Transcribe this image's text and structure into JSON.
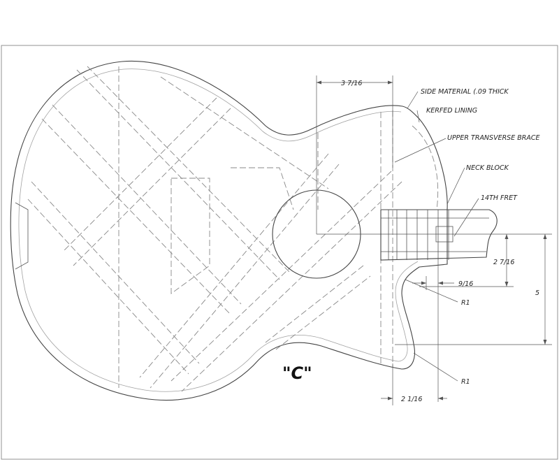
{
  "drawing": {
    "letter": "\"C\"",
    "callouts": {
      "side_material": "SIDE MATERIAL (.09 THICK",
      "kerfed_lining": "KERFED LINING",
      "upper_transverse_brace": "UPPER TRANSVERSE BRACE",
      "neck_block": "NECK BLOCK",
      "fourteenth_fret": "14TH FRET",
      "radius_upper": "R1",
      "radius_lower": "R1"
    },
    "dimensions": {
      "top_offset": "3 7/16",
      "neck_half_width": "2 7/16",
      "cutaway_offset": "9/16",
      "cutaway_depth": "5",
      "cutaway_width": "2 1/16"
    }
  }
}
